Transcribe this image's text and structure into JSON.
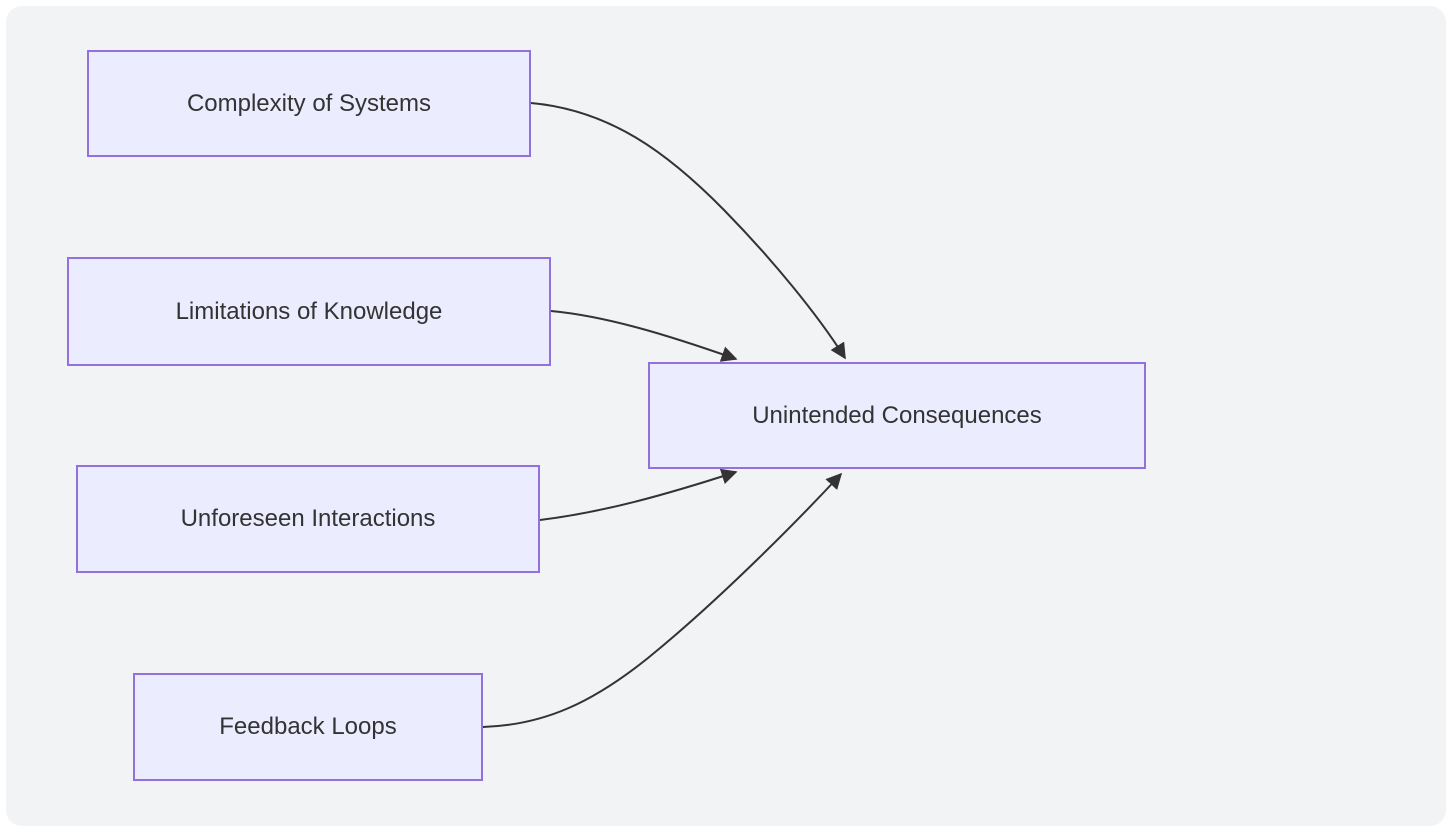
{
  "diagram": {
    "type": "flowchart",
    "direction": "left-to-right",
    "nodes": [
      {
        "id": "complexity",
        "label": "Complexity of Systems"
      },
      {
        "id": "limitations",
        "label": "Limitations of Knowledge"
      },
      {
        "id": "unforeseen",
        "label": "Unforeseen Interactions"
      },
      {
        "id": "feedback",
        "label": "Feedback Loops"
      },
      {
        "id": "consequences",
        "label": "Unintended Consequences"
      }
    ],
    "edges": [
      {
        "from": "Complexity of Systems",
        "to": "Unintended Consequences",
        "arrow": "arrowhead"
      },
      {
        "from": "Limitations of Knowledge",
        "to": "Unintended Consequences",
        "arrow": "arrowhead"
      },
      {
        "from": "Unforeseen Interactions",
        "to": "Unintended Consequences",
        "arrow": "arrowhead"
      },
      {
        "from": "Feedback Loops",
        "to": "Unintended Consequences",
        "arrow": "arrowhead"
      }
    ],
    "colors": {
      "node_fill": "#ececff",
      "node_border": "#9370db",
      "edge": "#333333",
      "text": "#333333",
      "canvas_background": "#f2f3f5",
      "page_background": "#ffffff"
    }
  }
}
